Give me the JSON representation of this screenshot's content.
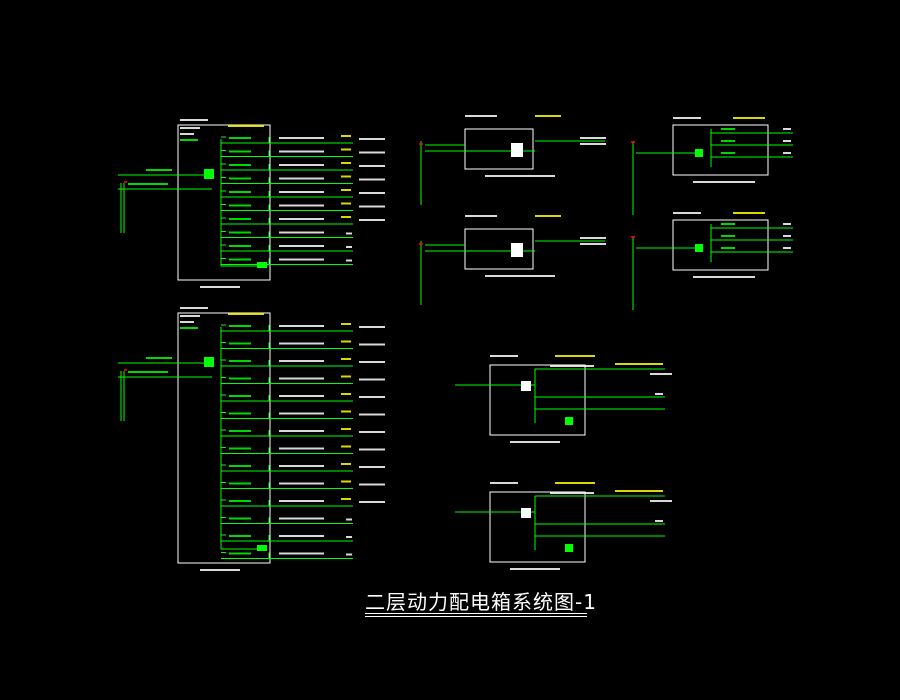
{
  "drawing": {
    "title": "二层动力配电箱系统图-1",
    "colors": {
      "background": "#000000",
      "frame": "#ffffff",
      "circuit": "#00ff00",
      "label": "#ffff00",
      "text": "#ffffff",
      "marker": "#ff0000"
    }
  },
  "panels": [
    {
      "id": "panel-a",
      "circuits": 7,
      "spare": 3
    },
    {
      "id": "panel-b",
      "circuits": 11,
      "spare": 3
    },
    {
      "id": "panel-c",
      "circuits": 1
    },
    {
      "id": "panel-d",
      "circuits": 1
    },
    {
      "id": "panel-e",
      "circuits": 3
    },
    {
      "id": "panel-f",
      "circuits": 3
    },
    {
      "id": "panel-g",
      "circuits": 2
    },
    {
      "id": "panel-h",
      "circuits": 2
    }
  ]
}
